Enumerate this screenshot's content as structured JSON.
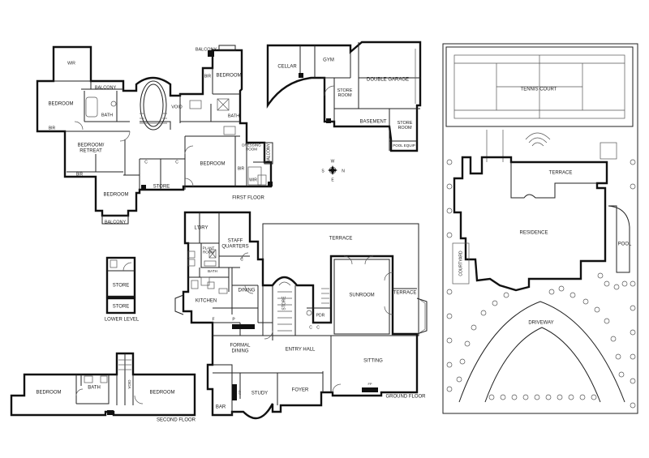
{
  "labels": {
    "first_floor": {
      "wir_1": "WIR",
      "balcony_1": "BALCONY",
      "bedroom_1": "BEDROOM",
      "bir_1": "BIR",
      "bath_1": "BATH",
      "void": "VOID",
      "bedroom_retreat": "BEDROOM/\nRETREAT",
      "bir_2": "BIR",
      "bedroom_2": "BEDROOM",
      "balcony_2": "BALCONY",
      "store": "STORE",
      "c_1": "C",
      "c_2": "C",
      "balcony_3": "BALCONY",
      "bir_3": "BIR",
      "bedroom_3": "BEDROOM",
      "bath_2": "BATH",
      "dressing_room": "DRESSING\nROOM",
      "bedroom_4": "BEDROOM",
      "bir_4": "BIR",
      "wir_2": "WIR",
      "balcony_4": "BALCONY",
      "title": "FIRST FLOOR"
    },
    "basement": {
      "cellar": "CELLAR",
      "gym": "GYM",
      "store_room_1": "STORE\nROOM",
      "double_garage": "DOUBLE GARAGE",
      "basement": "BASEMENT",
      "store_room_2": "STORE\nROOM",
      "pool_equip": "POOL EQUIP"
    },
    "lower_level": {
      "store_1": "STORE",
      "store_2": "STORE",
      "title": "LOWER LEVEL"
    },
    "ground_floor": {
      "ldry": "L'DRY",
      "staff_quarters": "STAFF\nQUARTERS",
      "plant_room": "PLANT\nROOM",
      "bath": "BATH",
      "c": "C",
      "terrace_top": "TERRACE",
      "dining": "DINING",
      "kitchen": "KITCHEN",
      "store": "STORE",
      "sunroom": "SUNROOM",
      "terrace_right": "TERRACE",
      "pdr": "PDR",
      "c_2": "C",
      "c_3": "C",
      "f": "F",
      "p": "P",
      "formal_dining": "FORMAL\nDINING",
      "entry_hall": "ENTRY HALL",
      "sitting": "SITTING",
      "study": "STUDY",
      "foyer": "FOYER",
      "bar": "BAR",
      "fp_1": "FP",
      "fp_2": "FP",
      "title": "GROUND FLOOR"
    },
    "second_floor": {
      "bedroom_1": "BEDROOM",
      "bath": "BATH",
      "void": "VOID",
      "bedroom_2": "BEDROOM",
      "title": "SECOND FLOOR"
    },
    "site": {
      "tennis_court": "TENNIS COURT",
      "terrace": "TERRACE",
      "residence": "RESIDENCE",
      "pool": "POOL",
      "courtyard": "COURTYARD",
      "driveway": "DRIVEWAY"
    },
    "compass": {
      "n": "N",
      "s": "S",
      "e": "E",
      "w": "W"
    }
  }
}
